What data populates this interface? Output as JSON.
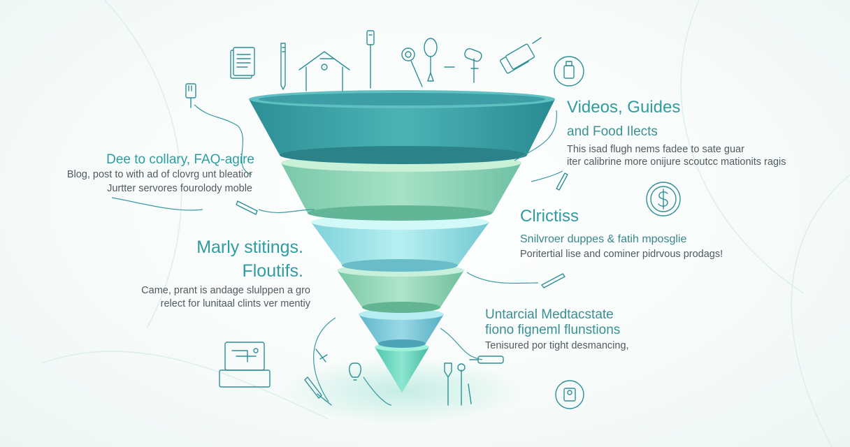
{
  "right_blocks": [
    {
      "headline": [
        "Videos, Guides",
        "and Food Ilects"
      ],
      "body": [
        "This isad flugh nems fadee to sate guar",
        "iter calibrine more onijure scoutcc mationits ragis"
      ]
    },
    {
      "headline": [
        "Clrictiss"
      ],
      "body": [
        "Snilvroer duppes & fatih mposglie",
        "Poritertial lise and cominer pidrvous prodags!"
      ]
    },
    {
      "headline": [
        "Untarcial Medtacstate",
        "fiono figneml flunstions"
      ],
      "body": [
        "Tenisured por tight desmancing,"
      ]
    }
  ],
  "left_blocks": [
    {
      "headline": [
        "Dee to collary, FAQ-agire"
      ],
      "body": [
        "Blog, post to with ad of clovrg unt bleatior",
        "Jurtter servores fourolody moble"
      ]
    },
    {
      "headline": [
        "Marly stitings.",
        "Floutifs."
      ],
      "body": [
        "Came, prant is andage slulppen a gro",
        "relect for lunitaal clints ver mentiy"
      ]
    }
  ],
  "icons": [
    "document-icon",
    "toothbrush-icon",
    "house-icon",
    "dropper-icon",
    "magnifier-icon",
    "spoon-icon",
    "bottle-icon",
    "flashcards-icon",
    "lotion-icon",
    "dollar-coin-icon",
    "pen-icon",
    "laptop-icon",
    "tools-icon",
    "badge-icon"
  ],
  "colors": {
    "accent": "#2f9ca0",
    "funnel_top": "#3a9fa5",
    "funnel_mid": "#7fd0b6",
    "funnel_light": "#9fe3e8",
    "funnel_tip": "#6ed8c0"
  }
}
